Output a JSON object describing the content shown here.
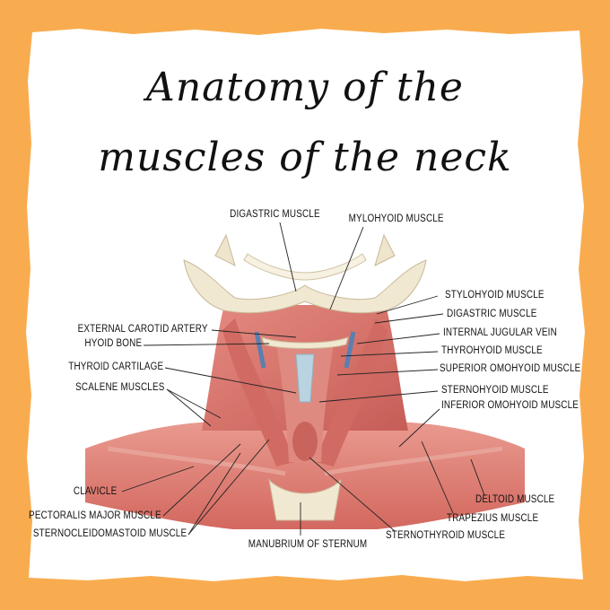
{
  "title": {
    "line1": "Anatomy of the",
    "line2": "muscles of the neck"
  },
  "labels": {
    "digastric_muscle_top": "DIGASTRIC MUSCLE",
    "mylohyoid_muscle": "MYLOHYOID MUSCLE",
    "stylohyoid_muscle": "STYLOHYOID MUSCLE",
    "digastric_muscle_right": "DIGASTRIC MUSCLE",
    "internal_jugular_vein": "INTERNAL JUGULAR VEIN",
    "thyrohyoid_muscle": "THYROHYOID MUSCLE",
    "superior_omohyoid_muscle": "SUPERIOR OMOHYOID MUSCLE",
    "sternohyoid_muscle": "STERNOHYOID MUSCLE",
    "inferior_omohyoid_muscle": "INFERIOR OMOHYOID MUSCLE",
    "deltoid_muscle": "DELTOID MUSCLE",
    "trapezius_muscle": "TRAPEZIUS MUSCLE",
    "sternothyroid_muscle": "STERNOTHYROID MUSCLE",
    "manubrium_of_sternum": "MANUBRIUM OF STERNUM",
    "external_carotid_artery": "EXTERNAL CAROTID ARTERY",
    "hyoid_bone": "HYOID BONE",
    "thyroid_cartilage": "THYROID CARTILAGE",
    "scalene_muscles": "SCALENE MUSCLES",
    "clavicle": "CLAVICLE",
    "pectoralis_major_muscle": "PECTORALIS MAJOR MUSCLE",
    "sternocleidomastoid_muscle": "STERNOCLEIDOMASTOID MUSCLE"
  },
  "colors": {
    "frame_orange": "#f9ac4f",
    "paper": "#ffffff",
    "muscle": "#d9736a",
    "muscle_dark": "#b9514c",
    "bone": "#f1e8d2",
    "cartilage": "#b9d3e0",
    "vein": "#5a7fb0"
  }
}
